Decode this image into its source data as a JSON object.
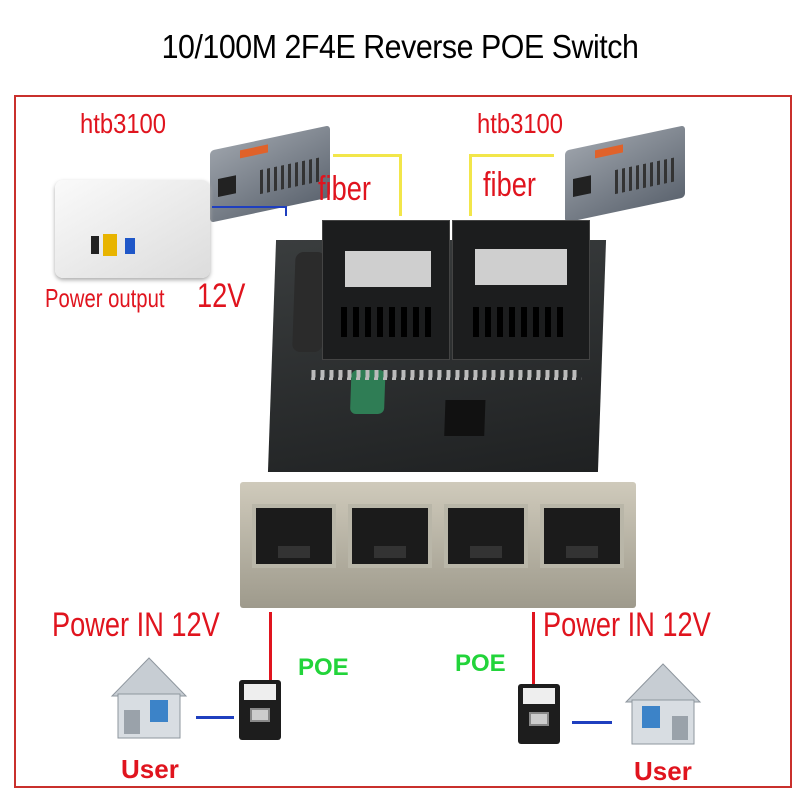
{
  "title": "10/100M 2F4E Reverse POE Switch",
  "labels": {
    "htb_left": "htb3100",
    "htb_right": "htb3100",
    "fiber_left": "fiber",
    "fiber_right": "fiber",
    "power_output": "Power output",
    "power_output_voltage": "12V",
    "power_in_left": "Power IN 12V",
    "power_in_right": "Power IN 12V",
    "poe_left": "POE",
    "poe_right": "POE",
    "user_left": "User",
    "user_right": "User"
  },
  "colors": {
    "label_red": "#e0141e",
    "poe_green": "#22d43a",
    "fiber_line": "#f2e64a",
    "ethernet_line": "#1f3fbf",
    "frame": "#c9302c"
  },
  "device": {
    "rj45_ports": 4,
    "fiber_ports": 2
  }
}
